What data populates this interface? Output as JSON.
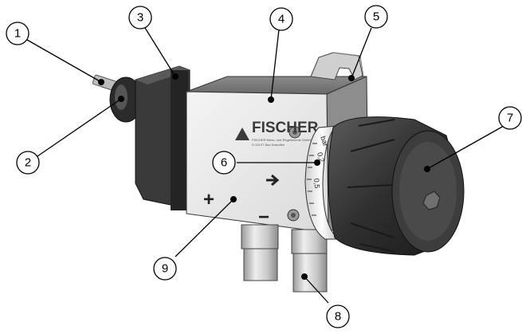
{
  "device": {
    "brand": "FISCHER",
    "brand_subline_1": "FISCHER Mess- und Regeltechnik GmbH",
    "brand_subline_2": "D-32107 Bad Salzuflen",
    "dial_unit": "bar",
    "dial_mark_1": "0,2",
    "dial_mark_2": "0,5",
    "plus_sign": "+",
    "minus_sign": "−"
  },
  "callouts": [
    {
      "number": "1"
    },
    {
      "number": "2"
    },
    {
      "number": "3"
    },
    {
      "number": "4"
    },
    {
      "number": "5"
    },
    {
      "number": "6"
    },
    {
      "number": "7"
    },
    {
      "number": "8"
    },
    {
      "number": "9"
    }
  ]
}
